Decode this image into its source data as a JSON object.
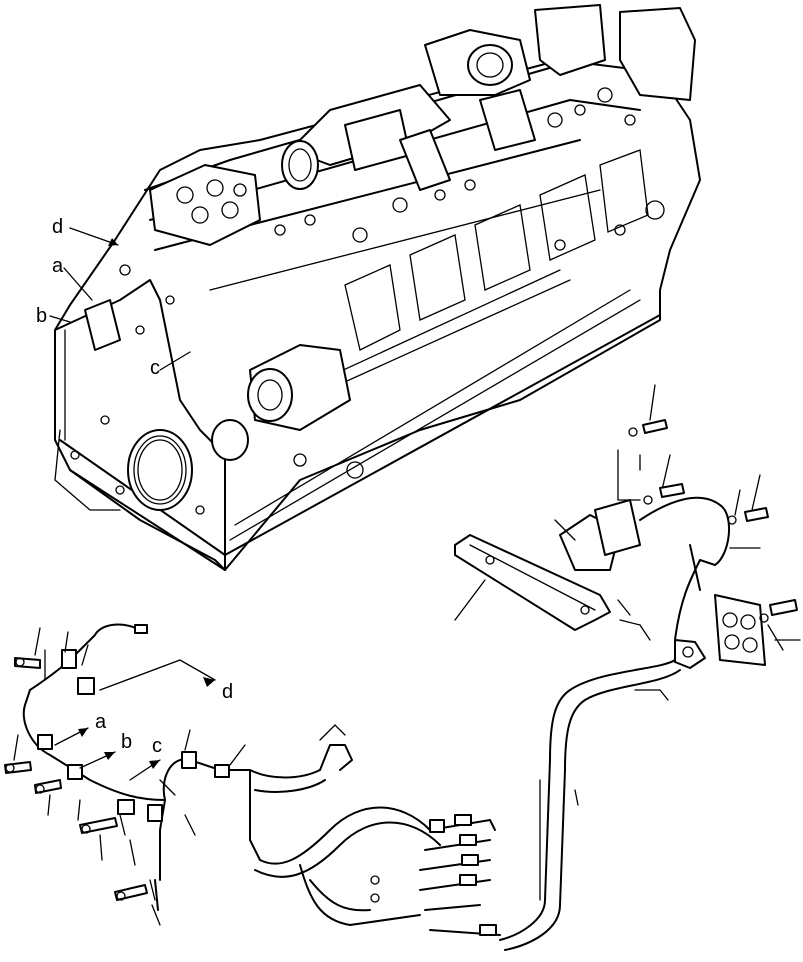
{
  "colors": {
    "line": "#000000",
    "background": "#ffffff"
  },
  "callouts": {
    "a": "a",
    "b": "b",
    "c": "c",
    "d": "d"
  },
  "harness_refs": {
    "a": "a",
    "b": "b",
    "c": "c",
    "d": "d"
  }
}
